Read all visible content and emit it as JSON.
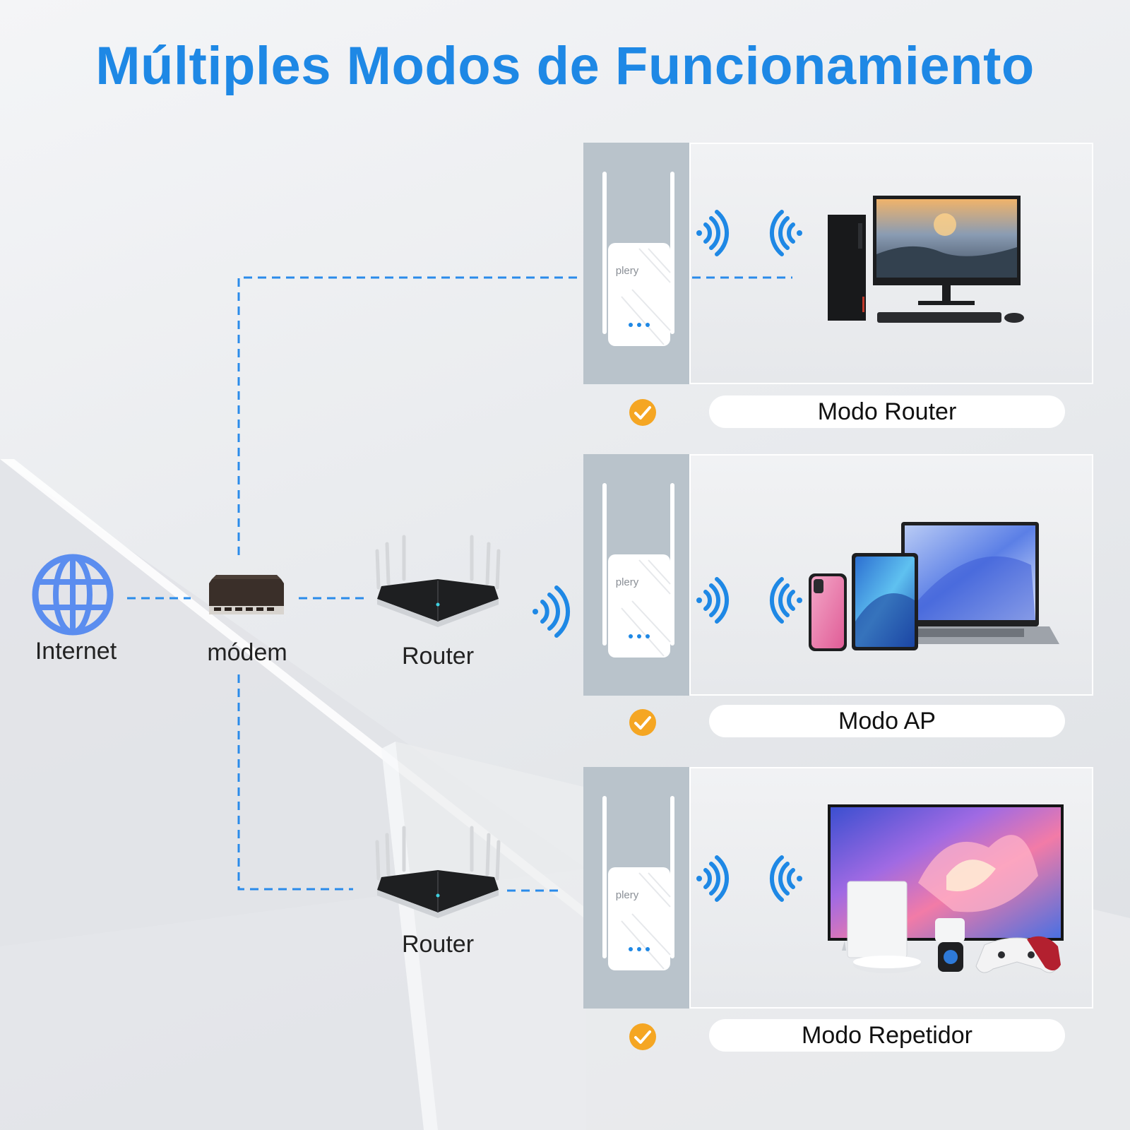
{
  "title": "Múltiples Modos de Funcionamiento",
  "brand": "plery",
  "nodes": {
    "internet": "Internet",
    "modem": "módem",
    "router_mid": "Router",
    "router_bottom": "Router"
  },
  "modes": [
    {
      "label": "Modo Router",
      "devices": [
        "desktop-pc",
        "monitor"
      ]
    },
    {
      "label": "Modo AP",
      "devices": [
        "smartphone",
        "tablet",
        "laptop"
      ]
    },
    {
      "label": "Modo Repetidor",
      "devices": [
        "tv",
        "robot-vacuum",
        "security-camera",
        "game-controller"
      ]
    }
  ],
  "colors": {
    "accent": "#1e88e5",
    "dashed_line": "#2a8bea",
    "check": "#f5a623",
    "globe": "#5b8def"
  }
}
